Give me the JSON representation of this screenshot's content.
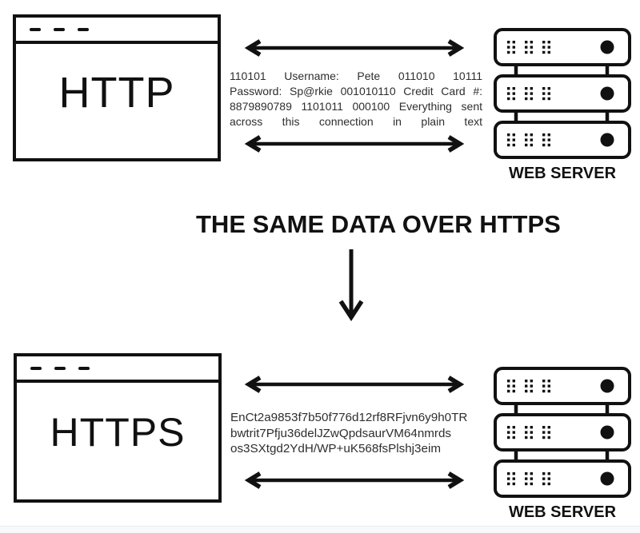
{
  "diagram": {
    "background": "#ffffff",
    "ink_color": "#111111",
    "text_color": "#2e2e2e"
  },
  "http_section": {
    "browser_title": "HTTP",
    "plain_text_lines": [
      "110101 Username: Pete 011010 10111",
      "Password: Sp@rkie 001010110 Credit Card #:",
      "8879890789 1101011 000100 Everything sent",
      "across this connection in plain text"
    ],
    "server_label": "WEB SERVER"
  },
  "transition": {
    "title": "THE SAME DATA OVER HTTPS"
  },
  "https_section": {
    "browser_title": "HTTPS",
    "encrypted_text_lines": [
      "EnCt2a9853f7b50f776d12rf8RFjvn6y9h0TR",
      "bwtrit7Pfju36delJZwQpdsaurVM64nmrds",
      "os3SXtgd2YdH/WP+uK568fsPlshj3eim"
    ],
    "server_label": "WEB SERVER"
  },
  "icons": {
    "window_controls": "three-dashes",
    "connection_arrow": "double-headed-horizontal-arrow",
    "transition_arrow": "down-arrow",
    "server": "rack-server-stack"
  }
}
